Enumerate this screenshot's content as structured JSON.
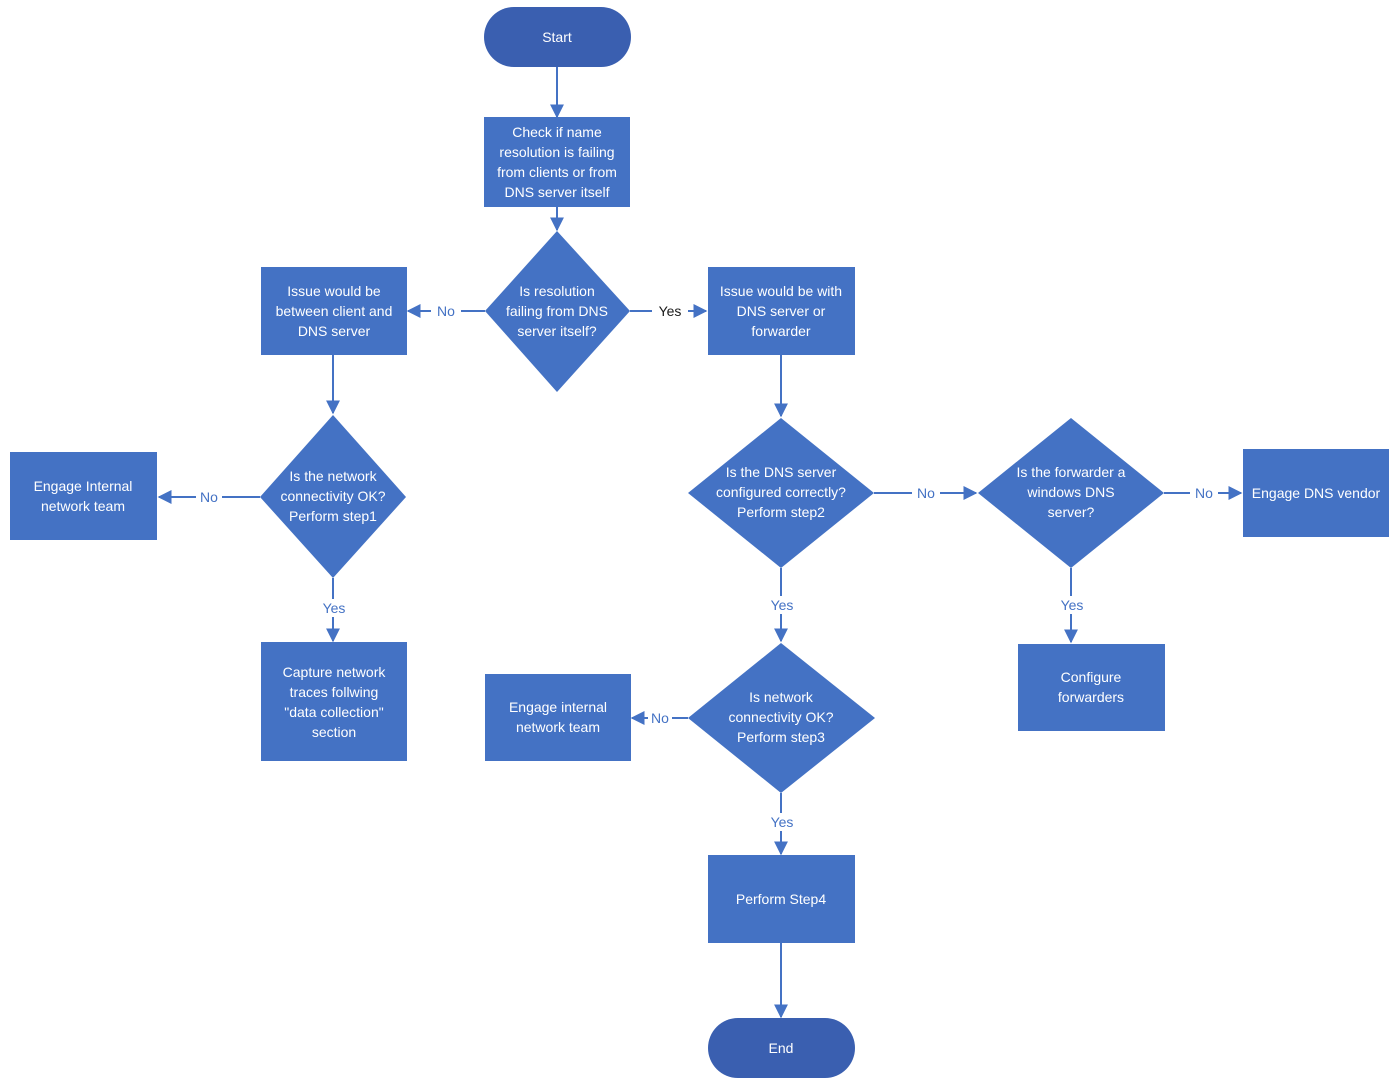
{
  "nodes": {
    "start": [
      "Start"
    ],
    "check": [
      "Check if name",
      "resolution is failing",
      "from clients or from",
      "DNS server itself"
    ],
    "q_resolution": [
      "Is resolution",
      "failing from  DNS",
      "server itself?"
    ],
    "issue_client": [
      "Issue would be",
      "between client and",
      "DNS server"
    ],
    "issue_server": [
      "Issue would be with",
      "DNS server or",
      "forwarder"
    ],
    "q_network1": [
      "Is the network",
      "connectivity OK?",
      "Perform step1"
    ],
    "engage_internal_1": [
      "Engage Internal",
      "network team"
    ],
    "capture": [
      "Capture network",
      "traces follwing",
      "\"data collection\"",
      "section"
    ],
    "q_dns_config": [
      "Is the DNS server",
      "configured correctly?",
      "Perform step2"
    ],
    "q_forwarder": [
      "Is the forwarder a",
      "windows DNS",
      "server?"
    ],
    "engage_vendor": [
      "Engage DNS vendor"
    ],
    "configure": [
      "Configure",
      "forwarders"
    ],
    "q_network3": [
      "Is network",
      "connectivity OK?",
      "Perform step3"
    ],
    "engage_internal_2": [
      "Engage internal",
      "network team"
    ],
    "step4": [
      "Perform Step4"
    ],
    "end": [
      "End"
    ]
  },
  "edge_labels": {
    "no_left_top": "No",
    "yes_right_top": "Yes",
    "no_network1": "No",
    "yes_network1": "Yes",
    "no_dns_config": "No",
    "yes_dns_config": "Yes",
    "no_forwarder": "No",
    "yes_forwarder": "Yes",
    "no_network3": "No",
    "yes_network3": "Yes"
  },
  "colors": {
    "shape_fill": "#4472c4",
    "terminal_fill": "#3a5fb0",
    "text_on_shape": "#ffffff",
    "edge_label": "#4472c4",
    "edge_label_emphasis": "#1a1a1a"
  }
}
